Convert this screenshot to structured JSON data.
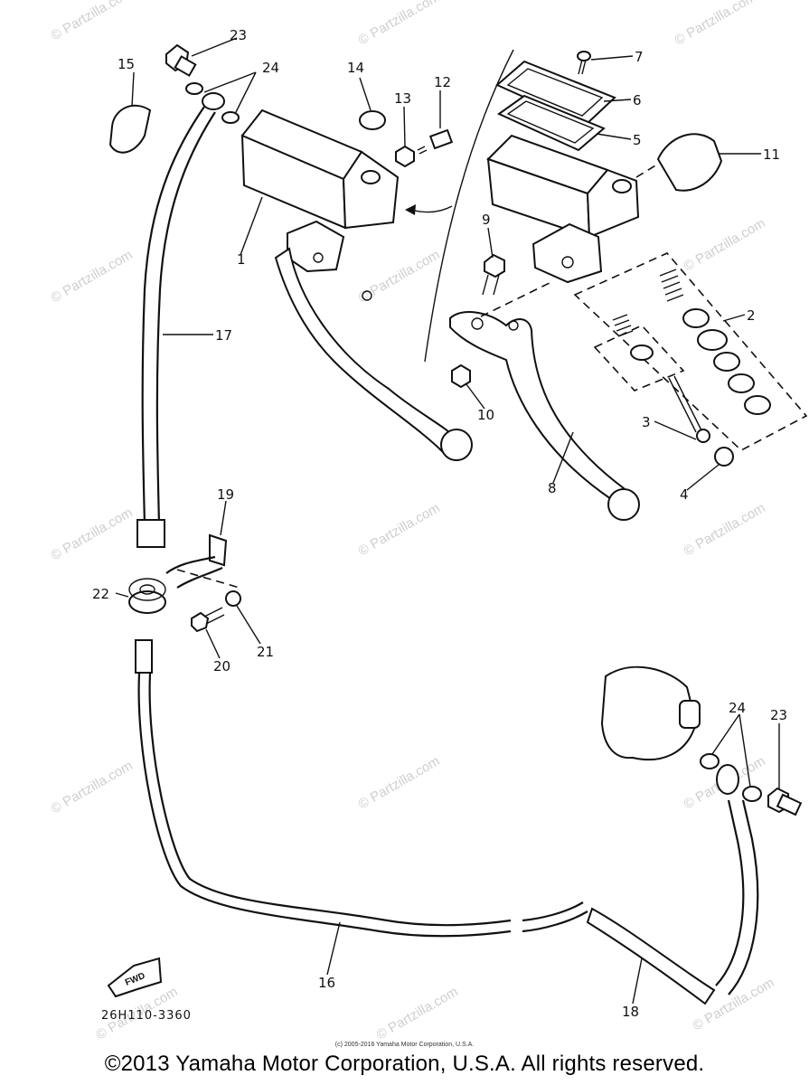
{
  "watermark": "© Partzilla.com",
  "callouts": [
    "1",
    "2",
    "3",
    "4",
    "5",
    "6",
    "7",
    "8",
    "9",
    "10",
    "11",
    "12",
    "13",
    "14",
    "15",
    "16",
    "17",
    "18",
    "19",
    "20",
    "21",
    "22",
    "23",
    "24"
  ],
  "fwd_label": "FWD",
  "diagram_code": "26H110-3360",
  "small_copyright": "(c) 2005-2016 Yamaha Motor Corporation, U.S.A.",
  "copyright": "©2013 Yamaha Motor Corporation, U.S.A. All rights reserved."
}
